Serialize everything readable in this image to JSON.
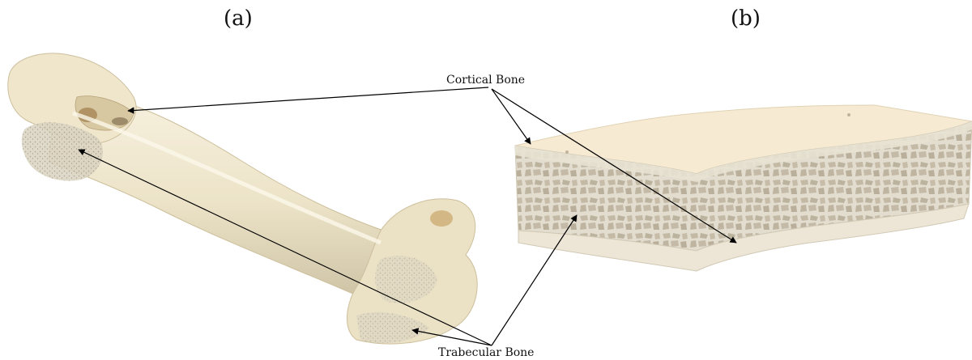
{
  "panels": {
    "a": {
      "label": "(a)"
    },
    "b": {
      "label": "(b)"
    }
  },
  "annotations": {
    "cortical": "Cortical Bone",
    "trabecular": "Trabecular Bone"
  },
  "colors": {
    "bone": "#ece3c8",
    "bone_shadow": "#c9bea0",
    "bone_highlight": "#f7f1df",
    "slab_top": "#f6ead2",
    "slab_side": "#e1dccd",
    "pore": "#c4bba8",
    "cortex_stain": "#a07a4a",
    "arrow": "#000000"
  }
}
